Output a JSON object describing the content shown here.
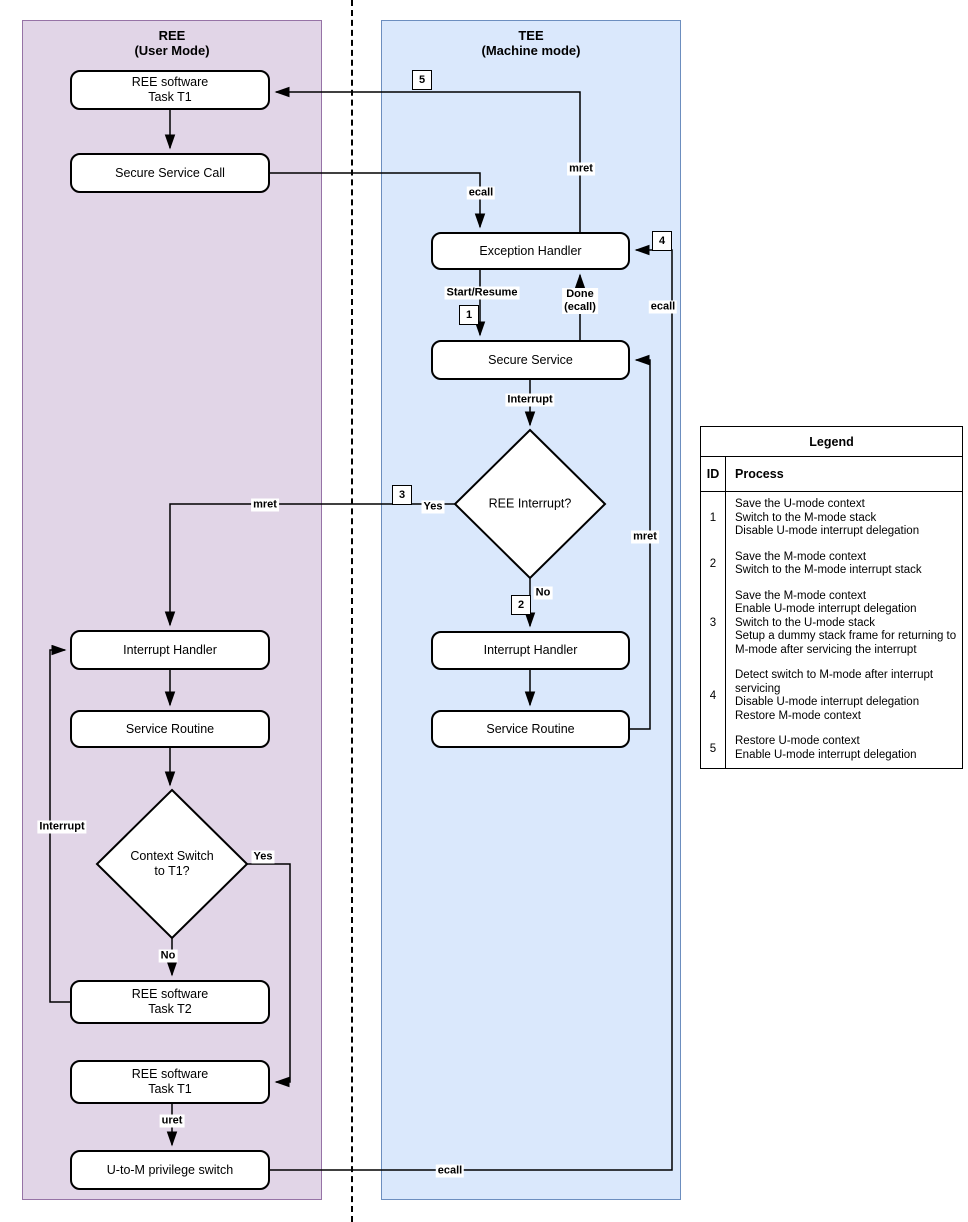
{
  "diagram": {
    "ree": {
      "title": "REE",
      "subtitle": "(User Mode)"
    },
    "tee": {
      "title": "TEE",
      "subtitle": "(Machine mode)"
    },
    "nodes": {
      "ree_task_t1_top": {
        "line1": "REE software",
        "line2": "Task T1"
      },
      "secure_service_call": "Secure Service Call",
      "ree_interrupt_handler": "Interrupt Handler",
      "ree_service_routine": "Service Routine",
      "context_switch_decision": {
        "line1": "Context Switch",
        "line2": "to T1?"
      },
      "ree_task_t2": {
        "line1": "REE software",
        "line2": "Task T2"
      },
      "ree_task_t1_bottom": {
        "line1": "REE software",
        "line2": "Task T1"
      },
      "u_to_m_switch": "U-to-M privilege switch",
      "exception_handler": "Exception Handler",
      "secure_service": "Secure Service",
      "ree_interrupt_decision": "REE Interrupt?",
      "tee_interrupt_handler": "Interrupt Handler",
      "tee_service_routine": "Service Routine"
    },
    "edge_labels": {
      "ecall_top": "ecall",
      "mret_top": "mret",
      "start_resume": "Start/Resume",
      "done_line1": "Done",
      "done_line2": "(ecall)",
      "interrupt_tee": "Interrupt",
      "yes_tee": "Yes",
      "no_tee": "No",
      "mret_right": "mret",
      "mret_left": "mret",
      "ecall_right": "ecall",
      "interrupt_ree": "Interrupt",
      "yes_ree": "Yes",
      "no_ree": "No",
      "uret": "uret",
      "ecall_bottom": "ecall"
    },
    "step_markers": {
      "s1": "1",
      "s2": "2",
      "s3": "3",
      "s4": "4",
      "s5": "5"
    }
  },
  "legend": {
    "title": "Legend",
    "columns": {
      "id": "ID",
      "process": "Process"
    },
    "rows": [
      {
        "id": "1",
        "lines": [
          "Save the U-mode context",
          "Switch to the M-mode stack",
          "Disable U-mode interrupt delegation"
        ]
      },
      {
        "id": "2",
        "lines": [
          "Save the M-mode context",
          "Switch to the M-mode interrupt stack"
        ]
      },
      {
        "id": "3",
        "lines": [
          "Save the M-mode context",
          "Enable U-mode interrupt delegation",
          "Switch to the U-mode stack",
          "Setup a dummy stack frame for returning to",
          "M-mode after servicing the interrupt"
        ]
      },
      {
        "id": "4",
        "lines": [
          "Detect switch to M-mode after interrupt",
          "servicing",
          "Disable U-mode interrupt delegation",
          "Restore M-mode context"
        ]
      },
      {
        "id": "5",
        "lines": [
          "Restore U-mode context",
          "Enable U-mode interrupt delegation"
        ]
      }
    ]
  },
  "colors": {
    "ree_fill": "#e1d5e7",
    "ree_border": "#9673a6",
    "tee_fill": "#dae8fc",
    "tee_border": "#6c8ebf",
    "node_fill": "#ffffff",
    "line": "#000000"
  }
}
